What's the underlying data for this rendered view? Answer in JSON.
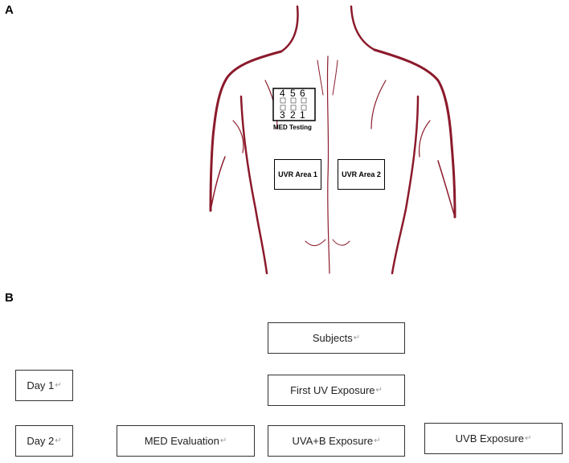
{
  "panel_a": {
    "label": "A",
    "med_grid": {
      "top_numbers": [
        "4",
        "5",
        "6"
      ],
      "bottom_numbers": [
        "3",
        "2",
        "1"
      ],
      "caption": "MED Testing"
    },
    "uvr_area_1": "UVR Area 1",
    "uvr_area_2": "UVR Area 2",
    "colors": {
      "body_outline": "#8b1a2b"
    }
  },
  "panel_b": {
    "label": "B",
    "return_glyph": "↵",
    "boxes": {
      "subjects": "Subjects",
      "day1": "Day 1",
      "first_uv": "First UV Exposure",
      "day2": "Day 2",
      "med_eval": "MED Evaluation",
      "uvab": "UVA+B Exposure",
      "uvb": "UVB Exposure"
    }
  }
}
